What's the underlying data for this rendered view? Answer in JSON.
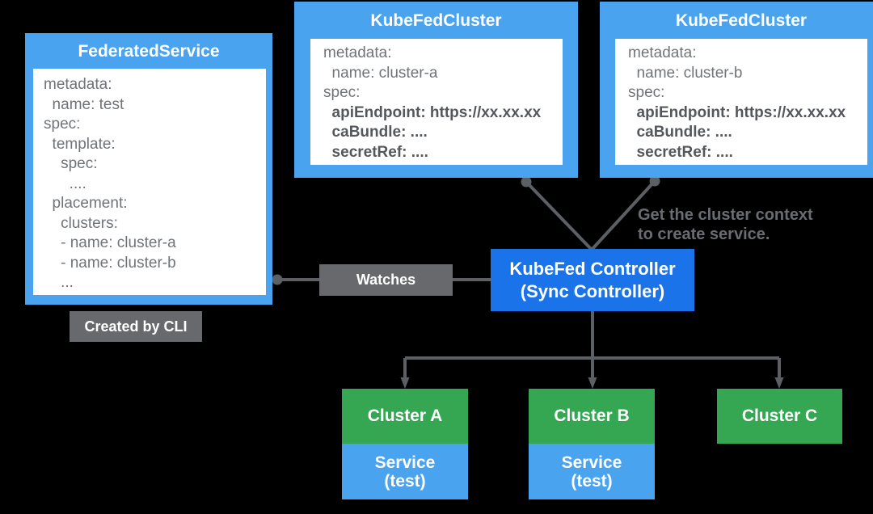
{
  "colors": {
    "background": "#000000",
    "box_blue_light": "#49A3EE",
    "box_blue_dark": "#1A73E8",
    "box_green": "#35A753",
    "box_gray": "#67696D",
    "line_gray": "#5C6064",
    "yaml_text": "#707478",
    "yaml_text_bold": "#54585C",
    "annotation_text": "#696D71",
    "title_text": "#FFFFFF"
  },
  "federated_service": {
    "title": "FederatedService",
    "lines": [
      "metadata:",
      "  name: test",
      "spec:",
      "  template:",
      "    spec:",
      "      ....",
      "  placement:",
      "    clusters:",
      "    - name: cluster-a",
      "    - name: cluster-b",
      "    ..."
    ]
  },
  "kubefed_cluster_a": {
    "title": "KubeFedCluster",
    "regular_lines": [
      "metadata:",
      "  name: cluster-a",
      "spec:"
    ],
    "bold_lines": [
      "  apiEndpoint: https://xx.xx.xx",
      "  caBundle: ....",
      "  secretRef: ...."
    ]
  },
  "kubefed_cluster_b": {
    "title": "KubeFedCluster",
    "regular_lines": [
      "metadata:",
      "  name: cluster-b",
      "spec:"
    ],
    "bold_lines": [
      "  apiEndpoint: https://xx.xx.xx",
      "  caBundle: ....",
      "  secretRef: ...."
    ]
  },
  "controller": {
    "line1": "KubeFed Controller",
    "line2": "(Sync Controller)"
  },
  "labels": {
    "watches": "Watches",
    "created_by_cli": "Created by CLI",
    "annotation_line1": "Get the cluster context",
    "annotation_line2": "to create service."
  },
  "clusters": [
    {
      "name": "Cluster A",
      "service_line1": "Service",
      "service_line2": "(test)"
    },
    {
      "name": "Cluster B",
      "service_line1": "Service",
      "service_line2": "(test)"
    },
    {
      "name": "Cluster C"
    }
  ]
}
